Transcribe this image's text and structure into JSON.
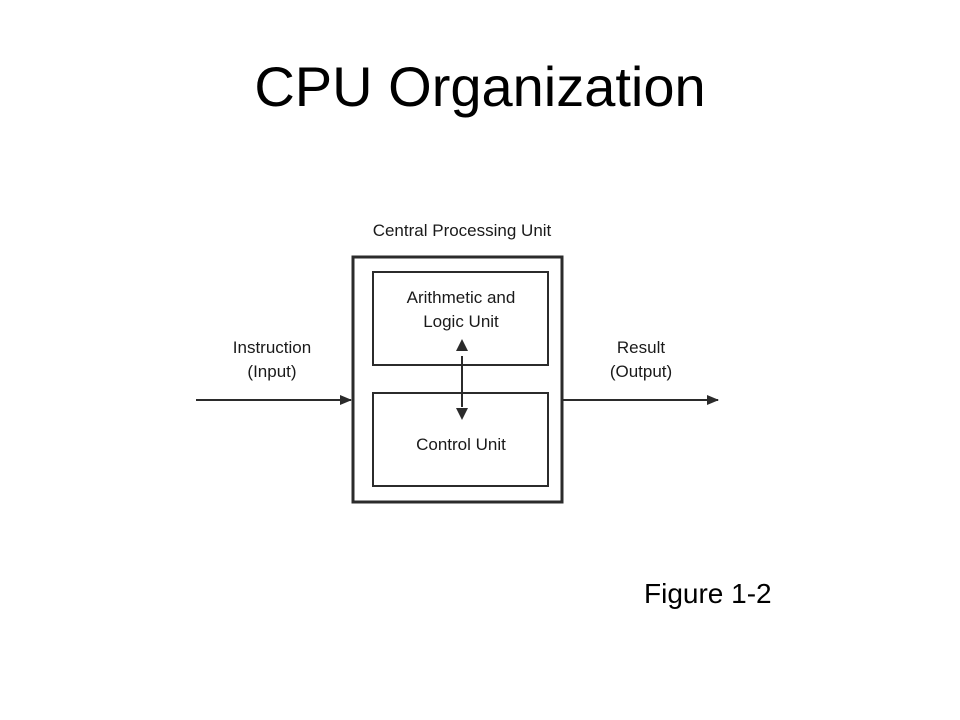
{
  "slide": {
    "title": "CPU Organization",
    "caption": "Figure 1-2"
  },
  "diagram": {
    "cpu_label": "Central Processing Unit",
    "alu_label_line1": "Arithmetic and",
    "alu_label_line2": "Logic Unit",
    "control_unit_label": "Control Unit",
    "input_label_line1": "Instruction",
    "input_label_line2": "(Input)",
    "output_label_line1": "Result",
    "output_label_line2": "(Output)",
    "colors": {
      "stroke": "#2b2b2b",
      "text": "#1a1a1a"
    }
  }
}
